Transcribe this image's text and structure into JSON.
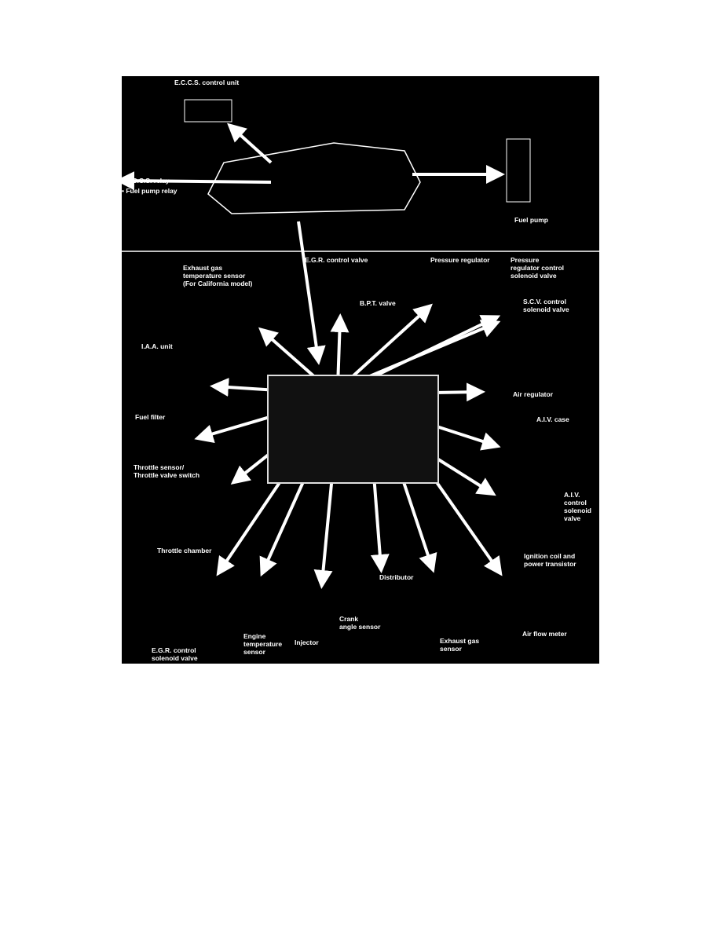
{
  "diagram": {
    "labels": {
      "eccs_control_unit": "E.C.C.S. control unit",
      "eccs_relay": "•  E.C.C.S. relay",
      "fuel_pump_relay": "•  Fuel pump relay",
      "fuel_pump": "Fuel pump",
      "exhaust_gas_temp_sensor": "Exhaust gas\ntemperature sensor\n(For California model)",
      "egr_control_valve": "E.G.R. control valve",
      "bpt_valve": "B.P.T. valve",
      "pressure_regulator": "Pressure regulator",
      "pressure_regulator_control_solenoid": "Pressure\nregulator control\nsolenoid valve",
      "scv_control_solenoid": "S.C.V. control\nsolenoid valve",
      "iaa_unit": "I.A.A. unit",
      "air_regulator": "Air regulator",
      "fuel_filter": "Fuel filter",
      "aiv_case": "A.I.V. case",
      "throttle_sensor": "Throttle sensor/\nThrottle valve switch",
      "aiv_control_solenoid": "A.I.V.\ncontrol\nsolenoid\nvalve",
      "throttle_chamber": "Throttle chamber",
      "ignition_coil": "Ignition coil and\npower transistor",
      "distributor": "Distributor",
      "crank_angle_sensor": "Crank\nangle sensor",
      "egr_control_solenoid": "E.G.R. control\nsolenoid valve",
      "engine_temp_sensor": "Engine\ntemperature\nsensor",
      "injector": "Injector",
      "exhaust_gas_sensor": "Exhaust gas\nsensor",
      "air_flow_meter": "Air flow meter"
    }
  }
}
